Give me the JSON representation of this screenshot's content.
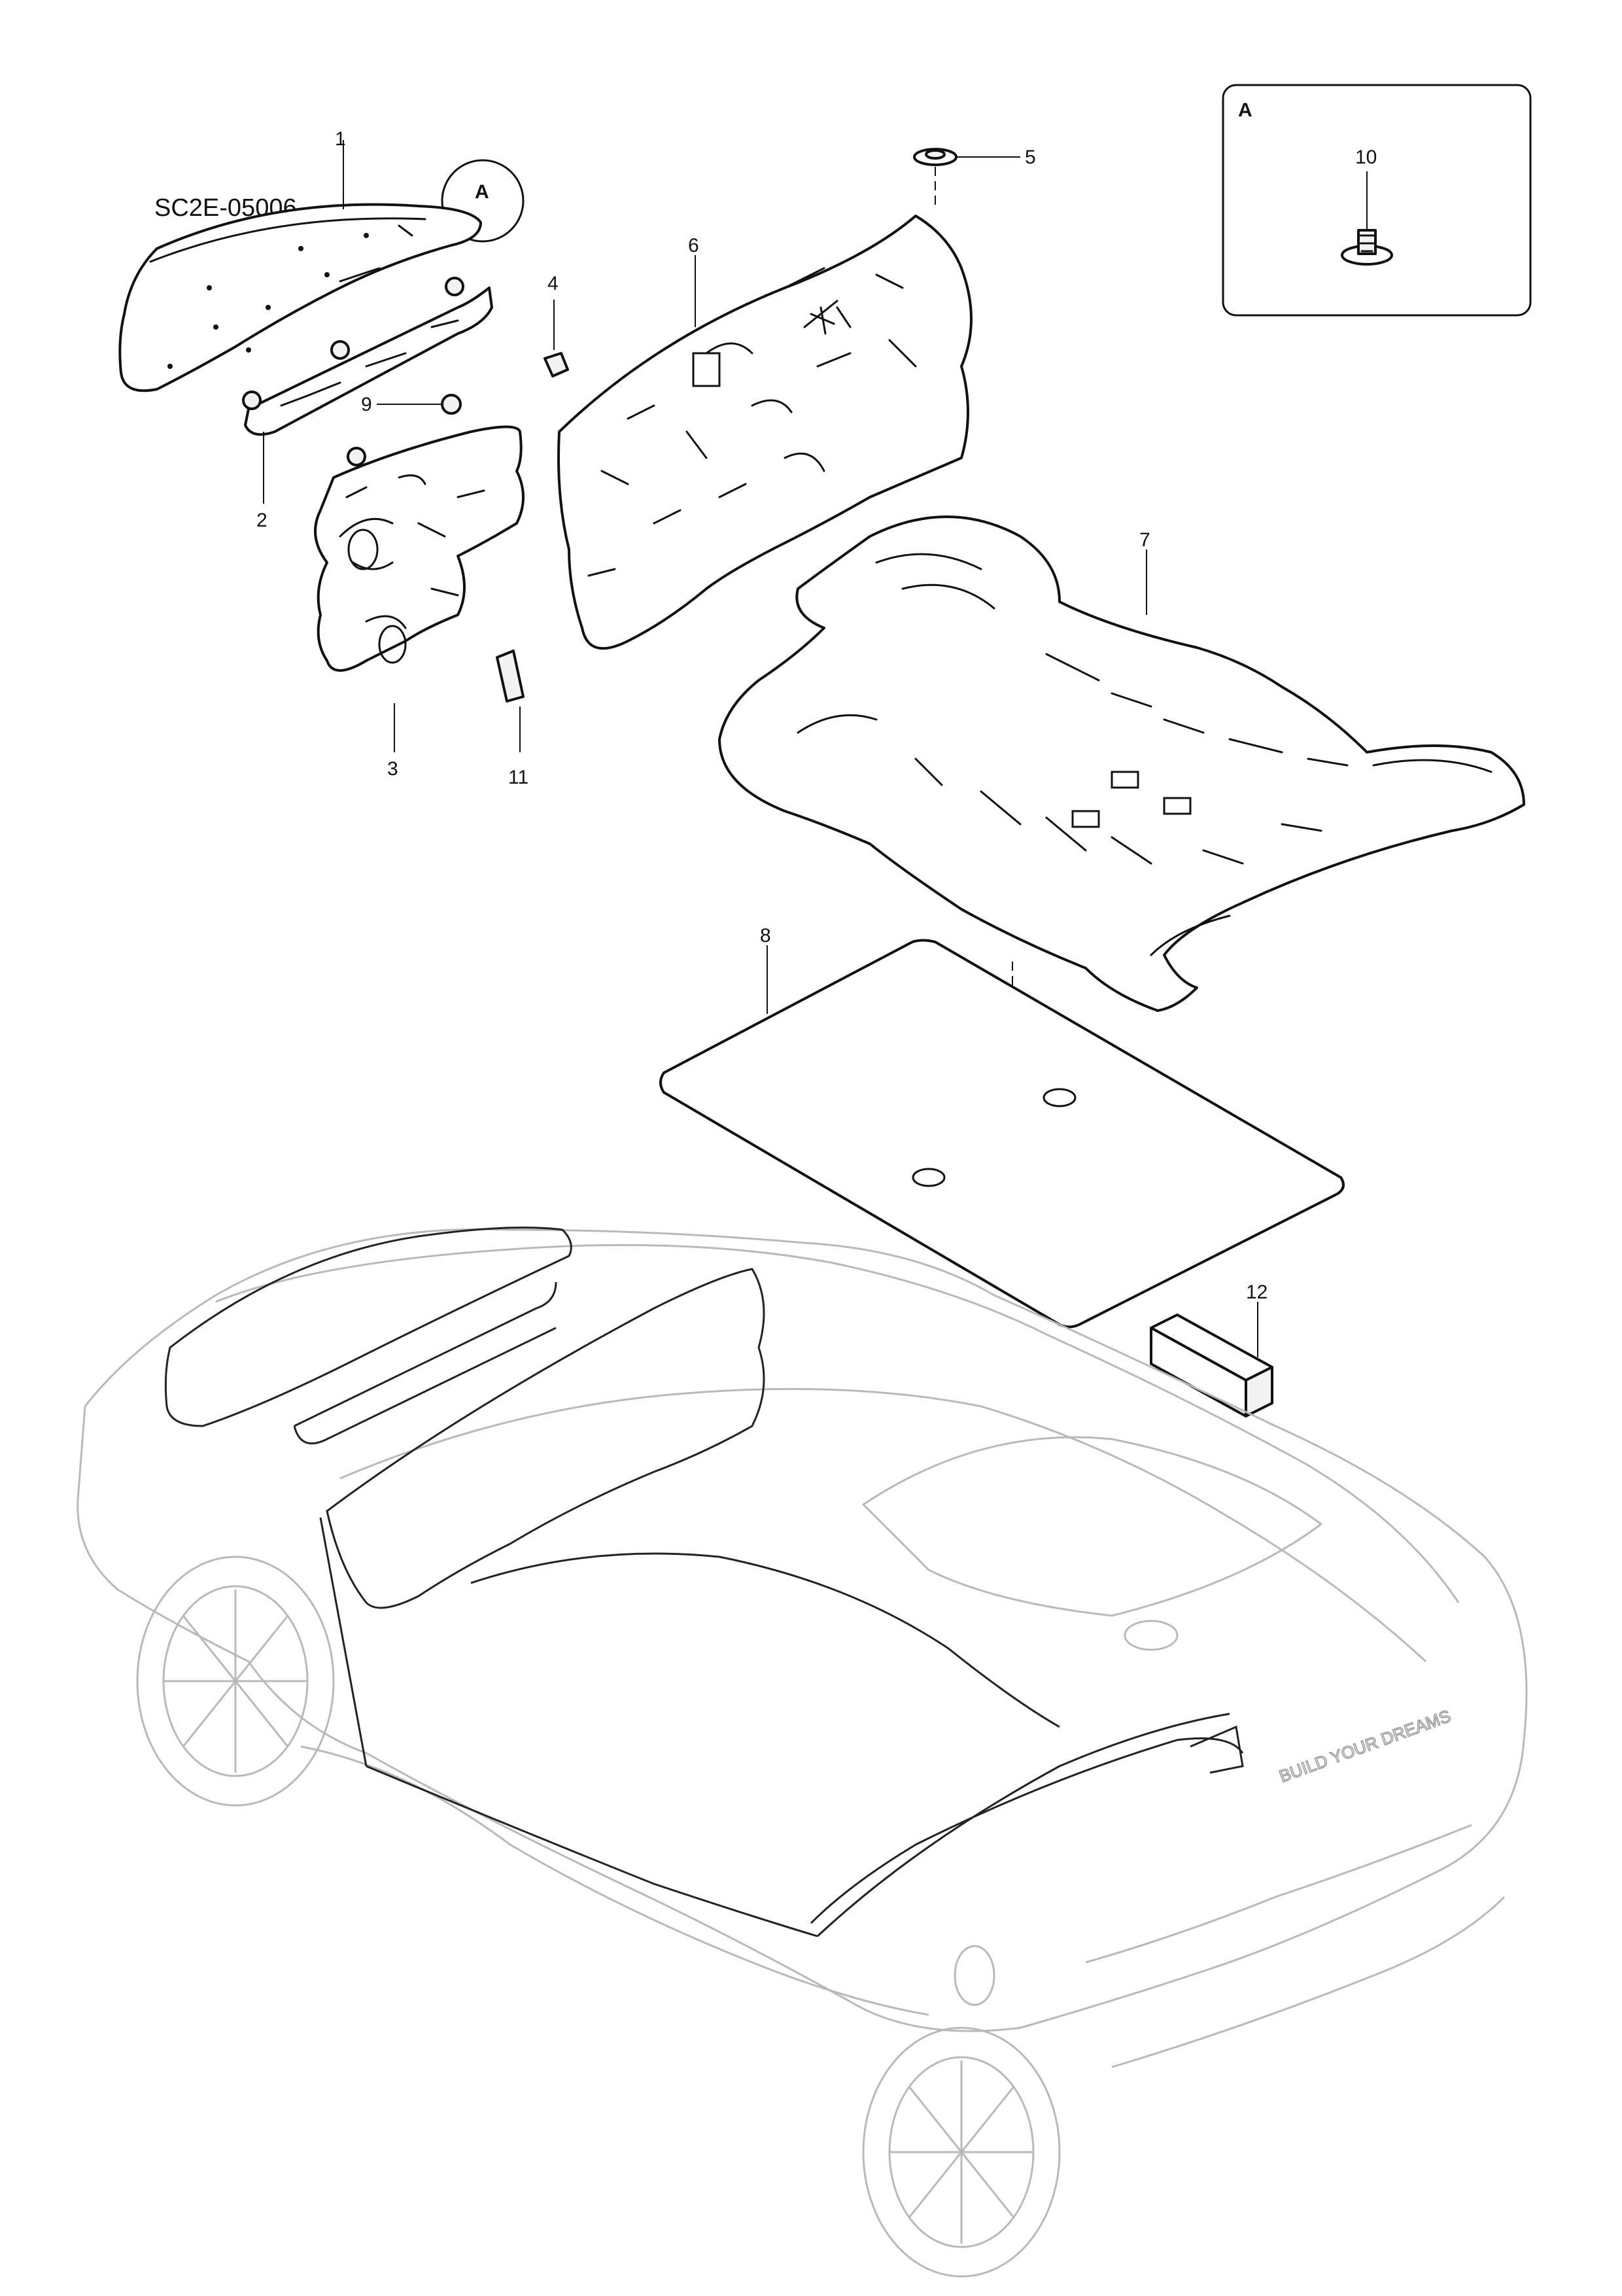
{
  "diagram": {
    "code": "SC2E-05006",
    "inset_label": "A",
    "callout_label": "A",
    "inset_part": "10",
    "badge": "BUILD YOUR DREAMS"
  },
  "parts": [
    {
      "number": "1"
    },
    {
      "number": "2"
    },
    {
      "number": "3"
    },
    {
      "number": "4"
    },
    {
      "number": "5"
    },
    {
      "number": "6"
    },
    {
      "number": "7"
    },
    {
      "number": "8"
    },
    {
      "number": "9"
    },
    {
      "number": "10"
    },
    {
      "number": "11"
    },
    {
      "number": "12"
    }
  ]
}
